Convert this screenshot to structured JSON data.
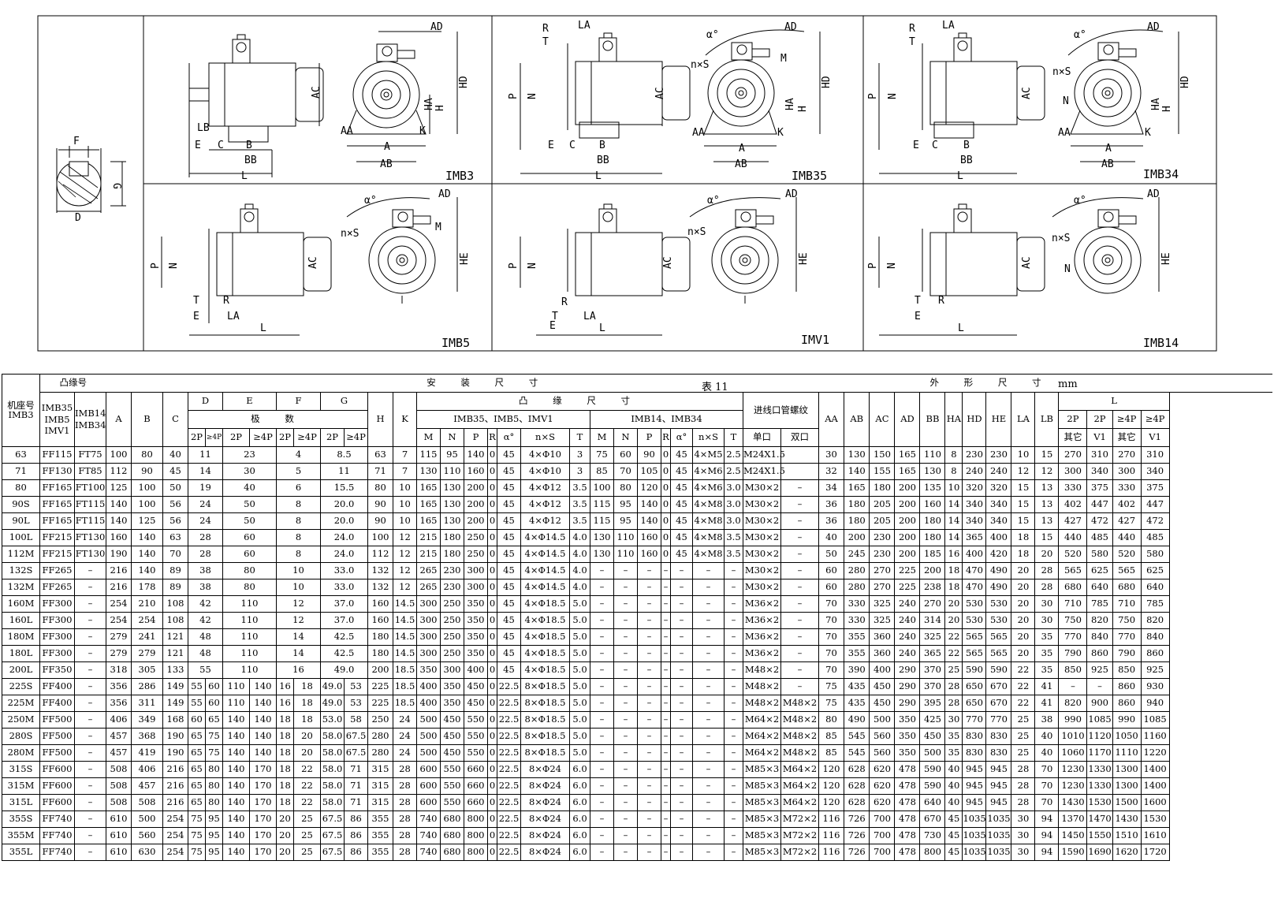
{
  "diagrams": {
    "labels": {
      "F": "F",
      "G": "G",
      "D": "D",
      "AD": "AD",
      "AC": "AC",
      "HD": "HD",
      "HA": "HA",
      "H": "H",
      "K": "K",
      "AA": "AA",
      "A": "A",
      "AB": "AB",
      "LB": "LB",
      "E": "E",
      "C": "C",
      "B": "B",
      "BB": "BB",
      "L": "L",
      "R": "R",
      "T": "T",
      "LA": "LA",
      "P": "P",
      "N": "N",
      "M": "M",
      "nS": "n×S",
      "alpha": "α°",
      "HE": "HE"
    },
    "titles": {
      "imb3": "IMB3",
      "imb35": "IMB35",
      "imb34": "IMB34",
      "imb5": "IMB5",
      "imv1": "IMV1",
      "imb14": "IMB14"
    }
  },
  "table": {
    "title": "表 11",
    "unit": "mm",
    "headers": {
      "frame": "机座号",
      "frame_sub": "IMB3",
      "flange": "凸缘号",
      "flange1": "IMB35 IMB5 IMV1",
      "flange2": "IMB14 IMB34",
      "install": "安 装 尺 寸",
      "outline": "外 形 尺 寸",
      "A": "A",
      "B": "B",
      "C": "C",
      "D": "D",
      "E": "E",
      "F": "F",
      "G": "G",
      "poles": "极 数",
      "p2": "2P",
      "p4": "≥4P",
      "H": "H",
      "K": "K",
      "flange_dims": "凸 缘 尺 寸",
      "grp1": "IMB35、IMB5、IMV1",
      "grp2": "IMB14、IMB34",
      "M": "M",
      "N": "N",
      "P": "P",
      "R": "R",
      "alpha": "α°",
      "nS": "n×S",
      "T": "T",
      "thread": "进线口管螺纹",
      "single": "单口",
      "double": "双口",
      "AA": "AA",
      "AB": "AB",
      "AC": "AC",
      "AD": "AD",
      "BB": "BB",
      "HA": "HA",
      "HD": "HD",
      "HE": "HE",
      "LA": "LA",
      "LB": "LB",
      "L": "L",
      "other": "其它",
      "v1": "V1"
    },
    "rows": [
      [
        "63",
        "FF115",
        "FT75",
        "100",
        "80",
        "40",
        "11",
        "23",
        "4",
        "8.5",
        "63",
        "7",
        "115",
        "95",
        "140",
        "0",
        "45",
        "4×Φ10",
        "3",
        "75",
        "60",
        "90",
        "0",
        "45",
        "4×M5",
        "2.5",
        "M24X1.5",
        "",
        "30",
        "130",
        "150",
        "165",
        "110",
        "8",
        "230",
        "230",
        "10",
        "15",
        "270",
        "310",
        "270",
        "310"
      ],
      [
        "71",
        "FF130",
        "FT85",
        "112",
        "90",
        "45",
        "14",
        "30",
        "5",
        "11",
        "71",
        "7",
        "130",
        "110",
        "160",
        "0",
        "45",
        "4×Φ10",
        "3",
        "85",
        "70",
        "105",
        "0",
        "45",
        "4×M6",
        "2.5",
        "M24X1.5",
        "",
        "32",
        "140",
        "155",
        "165",
        "130",
        "8",
        "240",
        "240",
        "12",
        "12",
        "300",
        "340",
        "300",
        "340"
      ],
      [
        "80",
        "FF165",
        "FT100",
        "125",
        "100",
        "50",
        "19",
        "40",
        "6",
        "15.5",
        "80",
        "10",
        "165",
        "130",
        "200",
        "0",
        "45",
        "4×Φ12",
        "3.5",
        "100",
        "80",
        "120",
        "0",
        "45",
        "4×M6",
        "3.0",
        "M30×2",
        "–",
        "34",
        "165",
        "180",
        "200",
        "135",
        "10",
        "320",
        "320",
        "15",
        "13",
        "330",
        "375",
        "330",
        "375"
      ],
      [
        "90S",
        "FF165",
        "FT115",
        "140",
        "100",
        "56",
        "24",
        "50",
        "8",
        "20.0",
        "90",
        "10",
        "165",
        "130",
        "200",
        "0",
        "45",
        "4×Φ12",
        "3.5",
        "115",
        "95",
        "140",
        "0",
        "45",
        "4×M8",
        "3.0",
        "M30×2",
        "–",
        "36",
        "180",
        "205",
        "200",
        "160",
        "14",
        "340",
        "340",
        "15",
        "13",
        "402",
        "447",
        "402",
        "447"
      ],
      [
        "90L",
        "FF165",
        "FT115",
        "140",
        "125",
        "56",
        "24",
        "50",
        "8",
        "20.0",
        "90",
        "10",
        "165",
        "130",
        "200",
        "0",
        "45",
        "4×Φ12",
        "3.5",
        "115",
        "95",
        "140",
        "0",
        "45",
        "4×M8",
        "3.0",
        "M30×2",
        "–",
        "36",
        "180",
        "205",
        "200",
        "180",
        "14",
        "340",
        "340",
        "15",
        "13",
        "427",
        "472",
        "427",
        "472"
      ],
      [
        "100L",
        "FF215",
        "FT130",
        "160",
        "140",
        "63",
        "28",
        "60",
        "8",
        "24.0",
        "100",
        "12",
        "215",
        "180",
        "250",
        "0",
        "45",
        "4×Φ14.5",
        "4.0",
        "130",
        "110",
        "160",
        "0",
        "45",
        "4×M8",
        "3.5",
        "M30×2",
        "–",
        "40",
        "200",
        "230",
        "200",
        "180",
        "14",
        "365",
        "400",
        "18",
        "15",
        "440",
        "485",
        "440",
        "485"
      ],
      [
        "112M",
        "FF215",
        "FT130",
        "190",
        "140",
        "70",
        "28",
        "60",
        "8",
        "24.0",
        "112",
        "12",
        "215",
        "180",
        "250",
        "0",
        "45",
        "4×Φ14.5",
        "4.0",
        "130",
        "110",
        "160",
        "0",
        "45",
        "4×M8",
        "3.5",
        "M30×2",
        "–",
        "50",
        "245",
        "230",
        "200",
        "185",
        "16",
        "400",
        "420",
        "18",
        "20",
        "520",
        "580",
        "520",
        "580"
      ],
      [
        "132S",
        "FF265",
        "–",
        "216",
        "140",
        "89",
        "38",
        "80",
        "10",
        "33.0",
        "132",
        "12",
        "265",
        "230",
        "300",
        "0",
        "45",
        "4×Φ14.5",
        "4.0",
        "–",
        "–",
        "–",
        "–",
        "–",
        "–",
        "–",
        "M30×2",
        "–",
        "60",
        "280",
        "270",
        "225",
        "200",
        "18",
        "470",
        "490",
        "20",
        "28",
        "565",
        "625",
        "565",
        "625"
      ],
      [
        "132M",
        "FF265",
        "–",
        "216",
        "178",
        "89",
        "38",
        "80",
        "10",
        "33.0",
        "132",
        "12",
        "265",
        "230",
        "300",
        "0",
        "45",
        "4×Φ14.5",
        "4.0",
        "–",
        "–",
        "–",
        "–",
        "–",
        "–",
        "–",
        "M30×2",
        "–",
        "60",
        "280",
        "270",
        "225",
        "238",
        "18",
        "470",
        "490",
        "20",
        "28",
        "680",
        "640",
        "680",
        "640"
      ],
      [
        "160M",
        "FF300",
        "–",
        "254",
        "210",
        "108",
        "42",
        "110",
        "12",
        "37.0",
        "160",
        "14.5",
        "300",
        "250",
        "350",
        "0",
        "45",
        "4×Φ18.5",
        "5.0",
        "–",
        "–",
        "–",
        "–",
        "–",
        "–",
        "–",
        "M36×2",
        "–",
        "70",
        "330",
        "325",
        "240",
        "270",
        "20",
        "530",
        "530",
        "20",
        "30",
        "710",
        "785",
        "710",
        "785"
      ],
      [
        "160L",
        "FF300",
        "–",
        "254",
        "254",
        "108",
        "42",
        "110",
        "12",
        "37.0",
        "160",
        "14.5",
        "300",
        "250",
        "350",
        "0",
        "45",
        "4×Φ18.5",
        "5.0",
        "–",
        "–",
        "–",
        "–",
        "–",
        "–",
        "–",
        "M36×2",
        "–",
        "70",
        "330",
        "325",
        "240",
        "314",
        "20",
        "530",
        "530",
        "20",
        "30",
        "750",
        "820",
        "750",
        "820"
      ],
      [
        "180M",
        "FF300",
        "–",
        "279",
        "241",
        "121",
        "48",
        "110",
        "14",
        "42.5",
        "180",
        "14.5",
        "300",
        "250",
        "350",
        "0",
        "45",
        "4×Φ18.5",
        "5.0",
        "–",
        "–",
        "–",
        "–",
        "–",
        "–",
        "–",
        "M36×2",
        "–",
        "70",
        "355",
        "360",
        "240",
        "325",
        "22",
        "565",
        "565",
        "20",
        "35",
        "770",
        "840",
        "770",
        "840"
      ],
      [
        "180L",
        "FF300",
        "–",
        "279",
        "279",
        "121",
        "48",
        "110",
        "14",
        "42.5",
        "180",
        "14.5",
        "300",
        "250",
        "350",
        "0",
        "45",
        "4×Φ18.5",
        "5.0",
        "–",
        "–",
        "–",
        "–",
        "–",
        "–",
        "–",
        "M36×2",
        "–",
        "70",
        "355",
        "360",
        "240",
        "365",
        "22",
        "565",
        "565",
        "20",
        "35",
        "790",
        "860",
        "790",
        "860"
      ],
      [
        "200L",
        "FF350",
        "–",
        "318",
        "305",
        "133",
        "55",
        "110",
        "16",
        "49.0",
        "200",
        "18.5",
        "350",
        "300",
        "400",
        "0",
        "45",
        "4×Φ18.5",
        "5.0",
        "–",
        "–",
        "–",
        "–",
        "–",
        "–",
        "–",
        "M48×2",
        "–",
        "70",
        "390",
        "400",
        "290",
        "370",
        "25",
        "590",
        "590",
        "22",
        "35",
        "850",
        "925",
        "850",
        "925"
      ],
      [
        "225S",
        "FF400",
        "–",
        "356",
        "286",
        "149",
        "55",
        "60",
        "110",
        "140",
        "16",
        "18",
        "49.0",
        "53",
        "225",
        "18.5",
        "400",
        "350",
        "450",
        "0",
        "22.5",
        "8×Φ18.5",
        "5.0",
        "–",
        "–",
        "–",
        "–",
        "–",
        "–",
        "–",
        "M48×2",
        "–",
        "75",
        "435",
        "450",
        "290",
        "370",
        "28",
        "650",
        "670",
        "22",
        "41",
        "–",
        "–",
        "860",
        "930"
      ],
      [
        "225M",
        "FF400",
        "–",
        "356",
        "311",
        "149",
        "55",
        "60",
        "110",
        "140",
        "16",
        "18",
        "49.0",
        "53",
        "225",
        "18.5",
        "400",
        "350",
        "450",
        "0",
        "22.5",
        "8×Φ18.5",
        "5.0",
        "–",
        "–",
        "–",
        "–",
        "–",
        "–",
        "–",
        "M48×2",
        "M48×2",
        "75",
        "435",
        "450",
        "290",
        "395",
        "28",
        "650",
        "670",
        "22",
        "41",
        "820",
        "900",
        "860",
        "940"
      ],
      [
        "250M",
        "FF500",
        "–",
        "406",
        "349",
        "168",
        "60",
        "65",
        "140",
        "140",
        "18",
        "18",
        "53.0",
        "58",
        "250",
        "24",
        "500",
        "450",
        "550",
        "0",
        "22.5",
        "8×Φ18.5",
        "5.0",
        "–",
        "–",
        "–",
        "–",
        "–",
        "–",
        "–",
        "M64×2",
        "M48×2",
        "80",
        "490",
        "500",
        "350",
        "425",
        "30",
        "770",
        "770",
        "25",
        "38",
        "990",
        "1085",
        "990",
        "1085"
      ],
      [
        "280S",
        "FF500",
        "–",
        "457",
        "368",
        "190",
        "65",
        "75",
        "140",
        "140",
        "18",
        "20",
        "58.0",
        "67.5",
        "280",
        "24",
        "500",
        "450",
        "550",
        "0",
        "22.5",
        "8×Φ18.5",
        "5.0",
        "–",
        "–",
        "–",
        "–",
        "–",
        "–",
        "–",
        "M64×2",
        "M48×2",
        "85",
        "545",
        "560",
        "350",
        "450",
        "35",
        "830",
        "830",
        "25",
        "40",
        "1010",
        "1120",
        "1050",
        "1160"
      ],
      [
        "280M",
        "FF500",
        "–",
        "457",
        "419",
        "190",
        "65",
        "75",
        "140",
        "140",
        "18",
        "20",
        "58.0",
        "67.5",
        "280",
        "24",
        "500",
        "450",
        "550",
        "0",
        "22.5",
        "8×Φ18.5",
        "5.0",
        "–",
        "–",
        "–",
        "–",
        "–",
        "–",
        "–",
        "M64×2",
        "M48×2",
        "85",
        "545",
        "560",
        "350",
        "500",
        "35",
        "830",
        "830",
        "25",
        "40",
        "1060",
        "1170",
        "1110",
        "1220"
      ],
      [
        "315S",
        "FF600",
        "–",
        "508",
        "406",
        "216",
        "65",
        "80",
        "140",
        "170",
        "18",
        "22",
        "58.0",
        "71",
        "315",
        "28",
        "600",
        "550",
        "660",
        "0",
        "22.5",
        "8×Φ24",
        "6.0",
        "–",
        "–",
        "–",
        "–",
        "–",
        "–",
        "–",
        "M85×3",
        "M64×2",
        "120",
        "628",
        "620",
        "478",
        "590",
        "40",
        "945",
        "945",
        "28",
        "70",
        "1230",
        "1330",
        "1300",
        "1400"
      ],
      [
        "315M",
        "FF600",
        "–",
        "508",
        "457",
        "216",
        "65",
        "80",
        "140",
        "170",
        "18",
        "22",
        "58.0",
        "71",
        "315",
        "28",
        "600",
        "550",
        "660",
        "0",
        "22.5",
        "8×Φ24",
        "6.0",
        "–",
        "–",
        "–",
        "–",
        "–",
        "–",
        "–",
        "M85×3",
        "M64×2",
        "120",
        "628",
        "620",
        "478",
        "590",
        "40",
        "945",
        "945",
        "28",
        "70",
        "1230",
        "1330",
        "1300",
        "1400"
      ],
      [
        "315L",
        "FF600",
        "–",
        "508",
        "508",
        "216",
        "65",
        "80",
        "140",
        "170",
        "18",
        "22",
        "58.0",
        "71",
        "315",
        "28",
        "600",
        "550",
        "660",
        "0",
        "22.5",
        "8×Φ24",
        "6.0",
        "–",
        "–",
        "–",
        "–",
        "–",
        "–",
        "–",
        "M85×3",
        "M64×2",
        "120",
        "628",
        "620",
        "478",
        "640",
        "40",
        "945",
        "945",
        "28",
        "70",
        "1430",
        "1530",
        "1500",
        "1600"
      ],
      [
        "355S",
        "FF740",
        "–",
        "610",
        "500",
        "254",
        "75",
        "95",
        "140",
        "170",
        "20",
        "25",
        "67.5",
        "86",
        "355",
        "28",
        "740",
        "680",
        "800",
        "0",
        "22.5",
        "8×Φ24",
        "6.0",
        "–",
        "–",
        "–",
        "–",
        "–",
        "–",
        "–",
        "M85×3",
        "M72×2",
        "116",
        "726",
        "700",
        "478",
        "670",
        "45",
        "1035",
        "1035",
        "30",
        "94",
        "1370",
        "1470",
        "1430",
        "1530"
      ],
      [
        "355M",
        "FF740",
        "–",
        "610",
        "560",
        "254",
        "75",
        "95",
        "140",
        "170",
        "20",
        "25",
        "67.5",
        "86",
        "355",
        "28",
        "740",
        "680",
        "800",
        "0",
        "22.5",
        "8×Φ24",
        "6.0",
        "–",
        "–",
        "–",
        "–",
        "–",
        "–",
        "–",
        "M85×3",
        "M72×2",
        "116",
        "726",
        "700",
        "478",
        "730",
        "45",
        "1035",
        "1035",
        "30",
        "94",
        "1450",
        "1550",
        "1510",
        "1610"
      ],
      [
        "355L",
        "FF740",
        "–",
        "610",
        "630",
        "254",
        "75",
        "95",
        "140",
        "170",
        "20",
        "25",
        "67.5",
        "86",
        "355",
        "28",
        "740",
        "680",
        "800",
        "0",
        "22.5",
        "8×Φ24",
        "6.0",
        "–",
        "–",
        "–",
        "–",
        "–",
        "–",
        "–",
        "M85×3",
        "M72×2",
        "116",
        "726",
        "700",
        "478",
        "800",
        "45",
        "1035",
        "1035",
        "30",
        "94",
        "1590",
        "1690",
        "1620",
        "1720"
      ]
    ]
  }
}
